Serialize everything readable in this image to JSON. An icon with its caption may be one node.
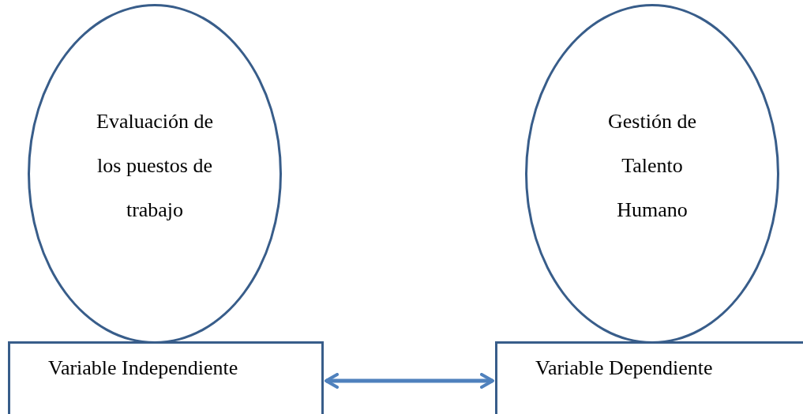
{
  "diagram": {
    "nodes": [
      {
        "text": [
          "Evaluación de los puestos de trabajo"
        ]
      },
      {
        "text": [
          "Variable Independiente"
        ]
      },
      {
        "text": [
          "Gestión de Talento Humano"
        ]
      },
      {
        "text": [
          "Variable Dependiente"
        ]
      }
    ],
    "edges": [
      {
        "from": 1,
        "to": 3,
        "arrow": "both"
      }
    ]
  }
}
